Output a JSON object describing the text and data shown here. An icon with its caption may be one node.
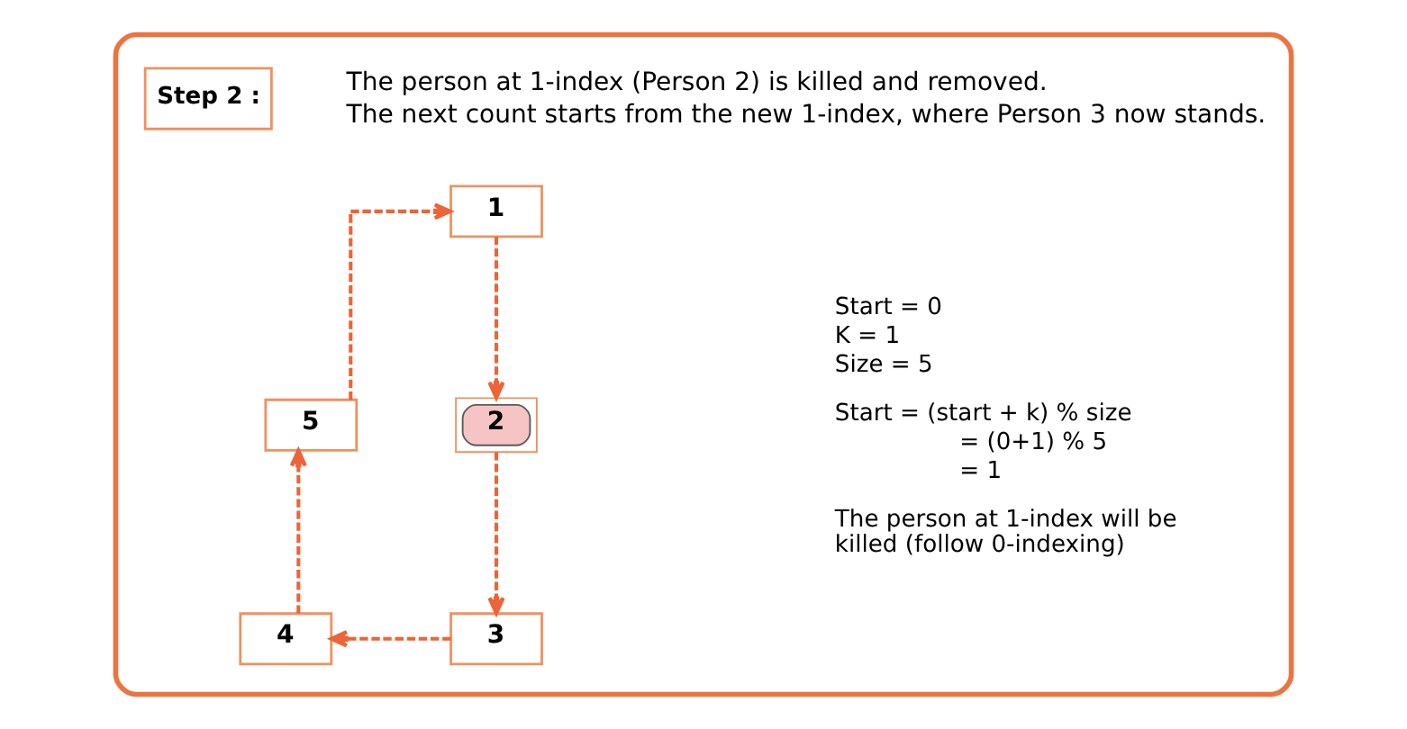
{
  "diagram": {
    "nodes": [
      {
        "text": [],
        "shape": "box"
      },
      {
        "text": [
          "Step 2 :"
        ],
        "in": 0
      },
      {
        "text": [
          "1"
        ],
        "in": 0
      },
      {
        "text": [
          "2"
        ],
        "in": 0
      },
      {
        "text": [
          "3"
        ],
        "in": 0
      },
      {
        "text": [
          "4"
        ],
        "in": 0
      },
      {
        "text": [
          "5"
        ],
        "in": 0
      }
    ],
    "edges": [
      {
        "from": 2,
        "to": 3,
        "arrow": "to",
        "style": "dashed"
      },
      {
        "from": 3,
        "to": 4,
        "arrow": "to",
        "style": "dashed"
      },
      {
        "from": 4,
        "to": 5,
        "arrow": "to",
        "style": "dashed"
      },
      {
        "from": 5,
        "to": 6,
        "arrow": "to",
        "style": "dashed"
      },
      {
        "from": 6,
        "to": 2,
        "arrow": "to",
        "style": "dashed"
      }
    ],
    "labels": [
      "The person at 1-index (Person 2) is killed and removed.",
      "The next count starts from the new 1-index, where Person 3 now stands.",
      "Start = 0",
      "K = 1",
      "Size = 5",
      "Start = (start + k) % size",
      "= (0+1) % 5",
      "= 1",
      "The person at 1-index will be killed (follow 0-indexing)"
    ]
  }
}
